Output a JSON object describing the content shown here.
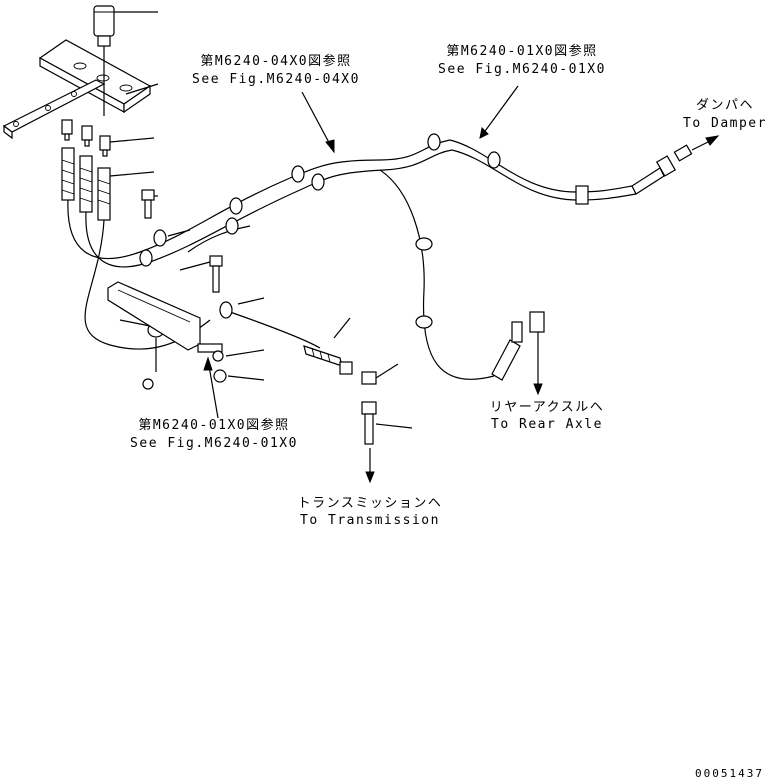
{
  "labels": {
    "ref_04x0_jp": "第M6240-04X0図参照",
    "ref_04x0_en": "See Fig.M6240-04X0",
    "ref_01x0_top_jp": "第M6240-01X0図参照",
    "ref_01x0_top_en": "See Fig.M6240-01X0",
    "damper_jp": "ダンパヘ",
    "damper_en": "To Damper",
    "rear_axle_jp": "リヤーアクスルヘ",
    "rear_axle_en": "To Rear Axle",
    "ref_01x0_bottom_jp": "第M6240-01X0図参照",
    "ref_01x0_bottom_en": "See Fig.M6240-01X0",
    "transmission_jp": "トランスミッションヘ",
    "transmission_en": "To Transmission"
  },
  "drawing_number": "00051437"
}
